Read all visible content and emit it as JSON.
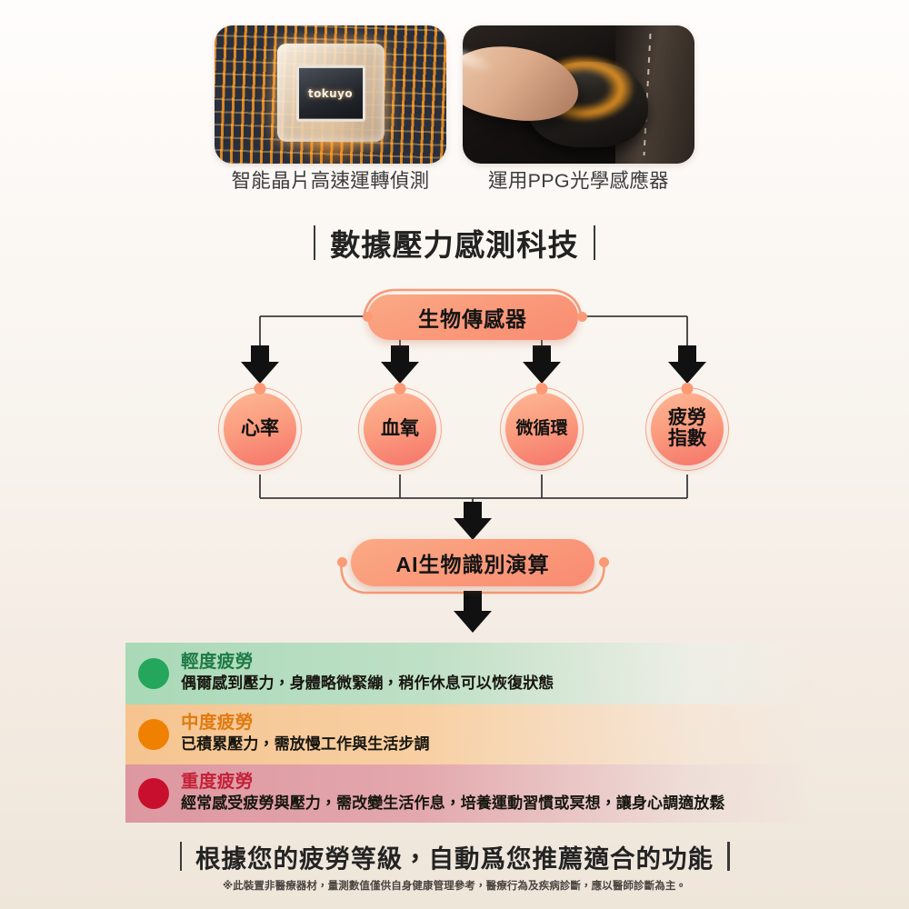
{
  "photos": [
    {
      "name": "smart-chip",
      "chip_label": "tokuyo",
      "caption": "智能晶片高速運轉偵測"
    },
    {
      "name": "ppg-sensor",
      "caption": "運用PPG光學感應器"
    }
  ],
  "section": {
    "title": "數據壓力感測科技"
  },
  "diagram": {
    "root": "生物傳感器",
    "metrics": [
      "心率",
      "血氧",
      "微循環",
      "疲勞\n指數"
    ],
    "metric_labels": {
      "heart_rate": "心率",
      "blood_oxygen": "血氧",
      "microcirculation": "微循環",
      "fatigue_index_line1": "疲勞",
      "fatigue_index_line2": "指數"
    },
    "algorithm": "AI生物識別演算"
  },
  "levels": [
    {
      "title": "輕度疲勞",
      "desc": "偶爾感到壓力，身體略微緊繃，稍作休息可以恢復狀態",
      "dot_color": "#24a65c",
      "title_color": "#1d7a46",
      "band_color": "#a9d9b7"
    },
    {
      "title": "中度疲勞",
      "desc": "已積累壓力，需放慢工作與生活步調",
      "dot_color": "#f08000",
      "title_color": "#e07a10",
      "band_color": "#f5c490"
    },
    {
      "title": "重度疲勞",
      "desc": "經常感受疲勞與壓力，需改變生活作息，培養運動習慣或冥想，讓身心調適放鬆",
      "dot_color": "#c8102e",
      "title_color": "#c42138",
      "band_color": "#dd97a0"
    }
  ],
  "footer": {
    "headline": "根據您的疲勞等級，自動爲您推薦適合的功能",
    "disclaimer": "※此裝置非醫療器材，量測數值僅供自身健康管理參考，醫療行為及疾病診斷，應以醫師診斷為主。"
  },
  "colors": {
    "accent": "#fb9a74",
    "node_fill_start": "#fcb794",
    "node_fill_end": "#f5746a",
    "background_top": "#fffdfc",
    "background_bottom": "#efe6da",
    "connector": "#3c3c3c"
  }
}
